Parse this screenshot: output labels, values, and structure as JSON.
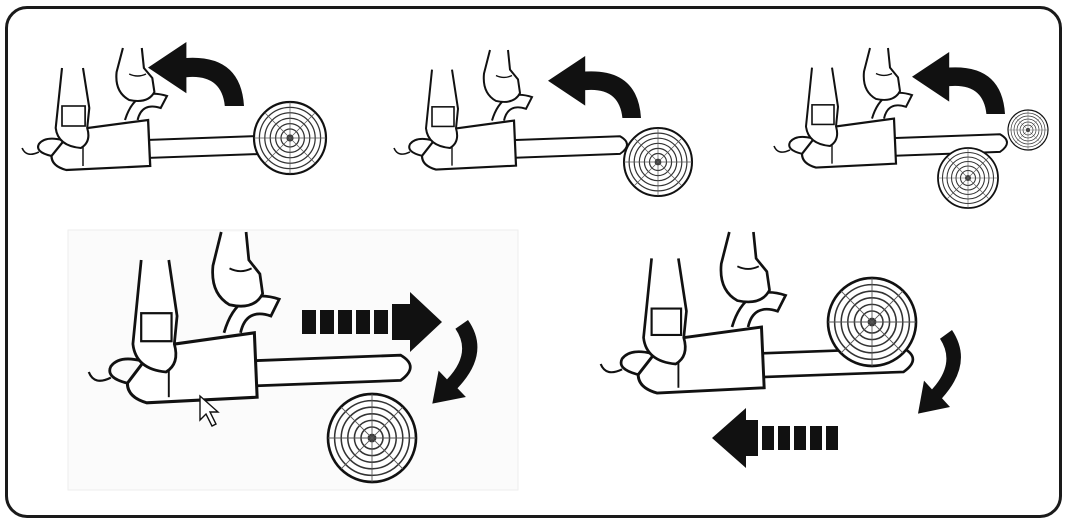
{
  "panels": [
    {
      "id": "kickback-nose-top",
      "arrow": "curved",
      "log": "at-bar-tip"
    },
    {
      "id": "kickback-nose-upper",
      "arrow": "curved",
      "log": "at-bar-tip"
    },
    {
      "id": "kickback-nose-pinch",
      "arrow": "curved",
      "log": "under-bar-tip"
    },
    {
      "id": "pull-in",
      "arrow": "straight-right-and-curved-down",
      "log": "below-bar"
    },
    {
      "id": "push-back",
      "arrow": "straight-left-and-curved-down",
      "log": "above-bar"
    }
  ],
  "colors": {
    "ink": "#111111",
    "paper": "#ffffff",
    "panel_bg": "#fbfbfb"
  }
}
